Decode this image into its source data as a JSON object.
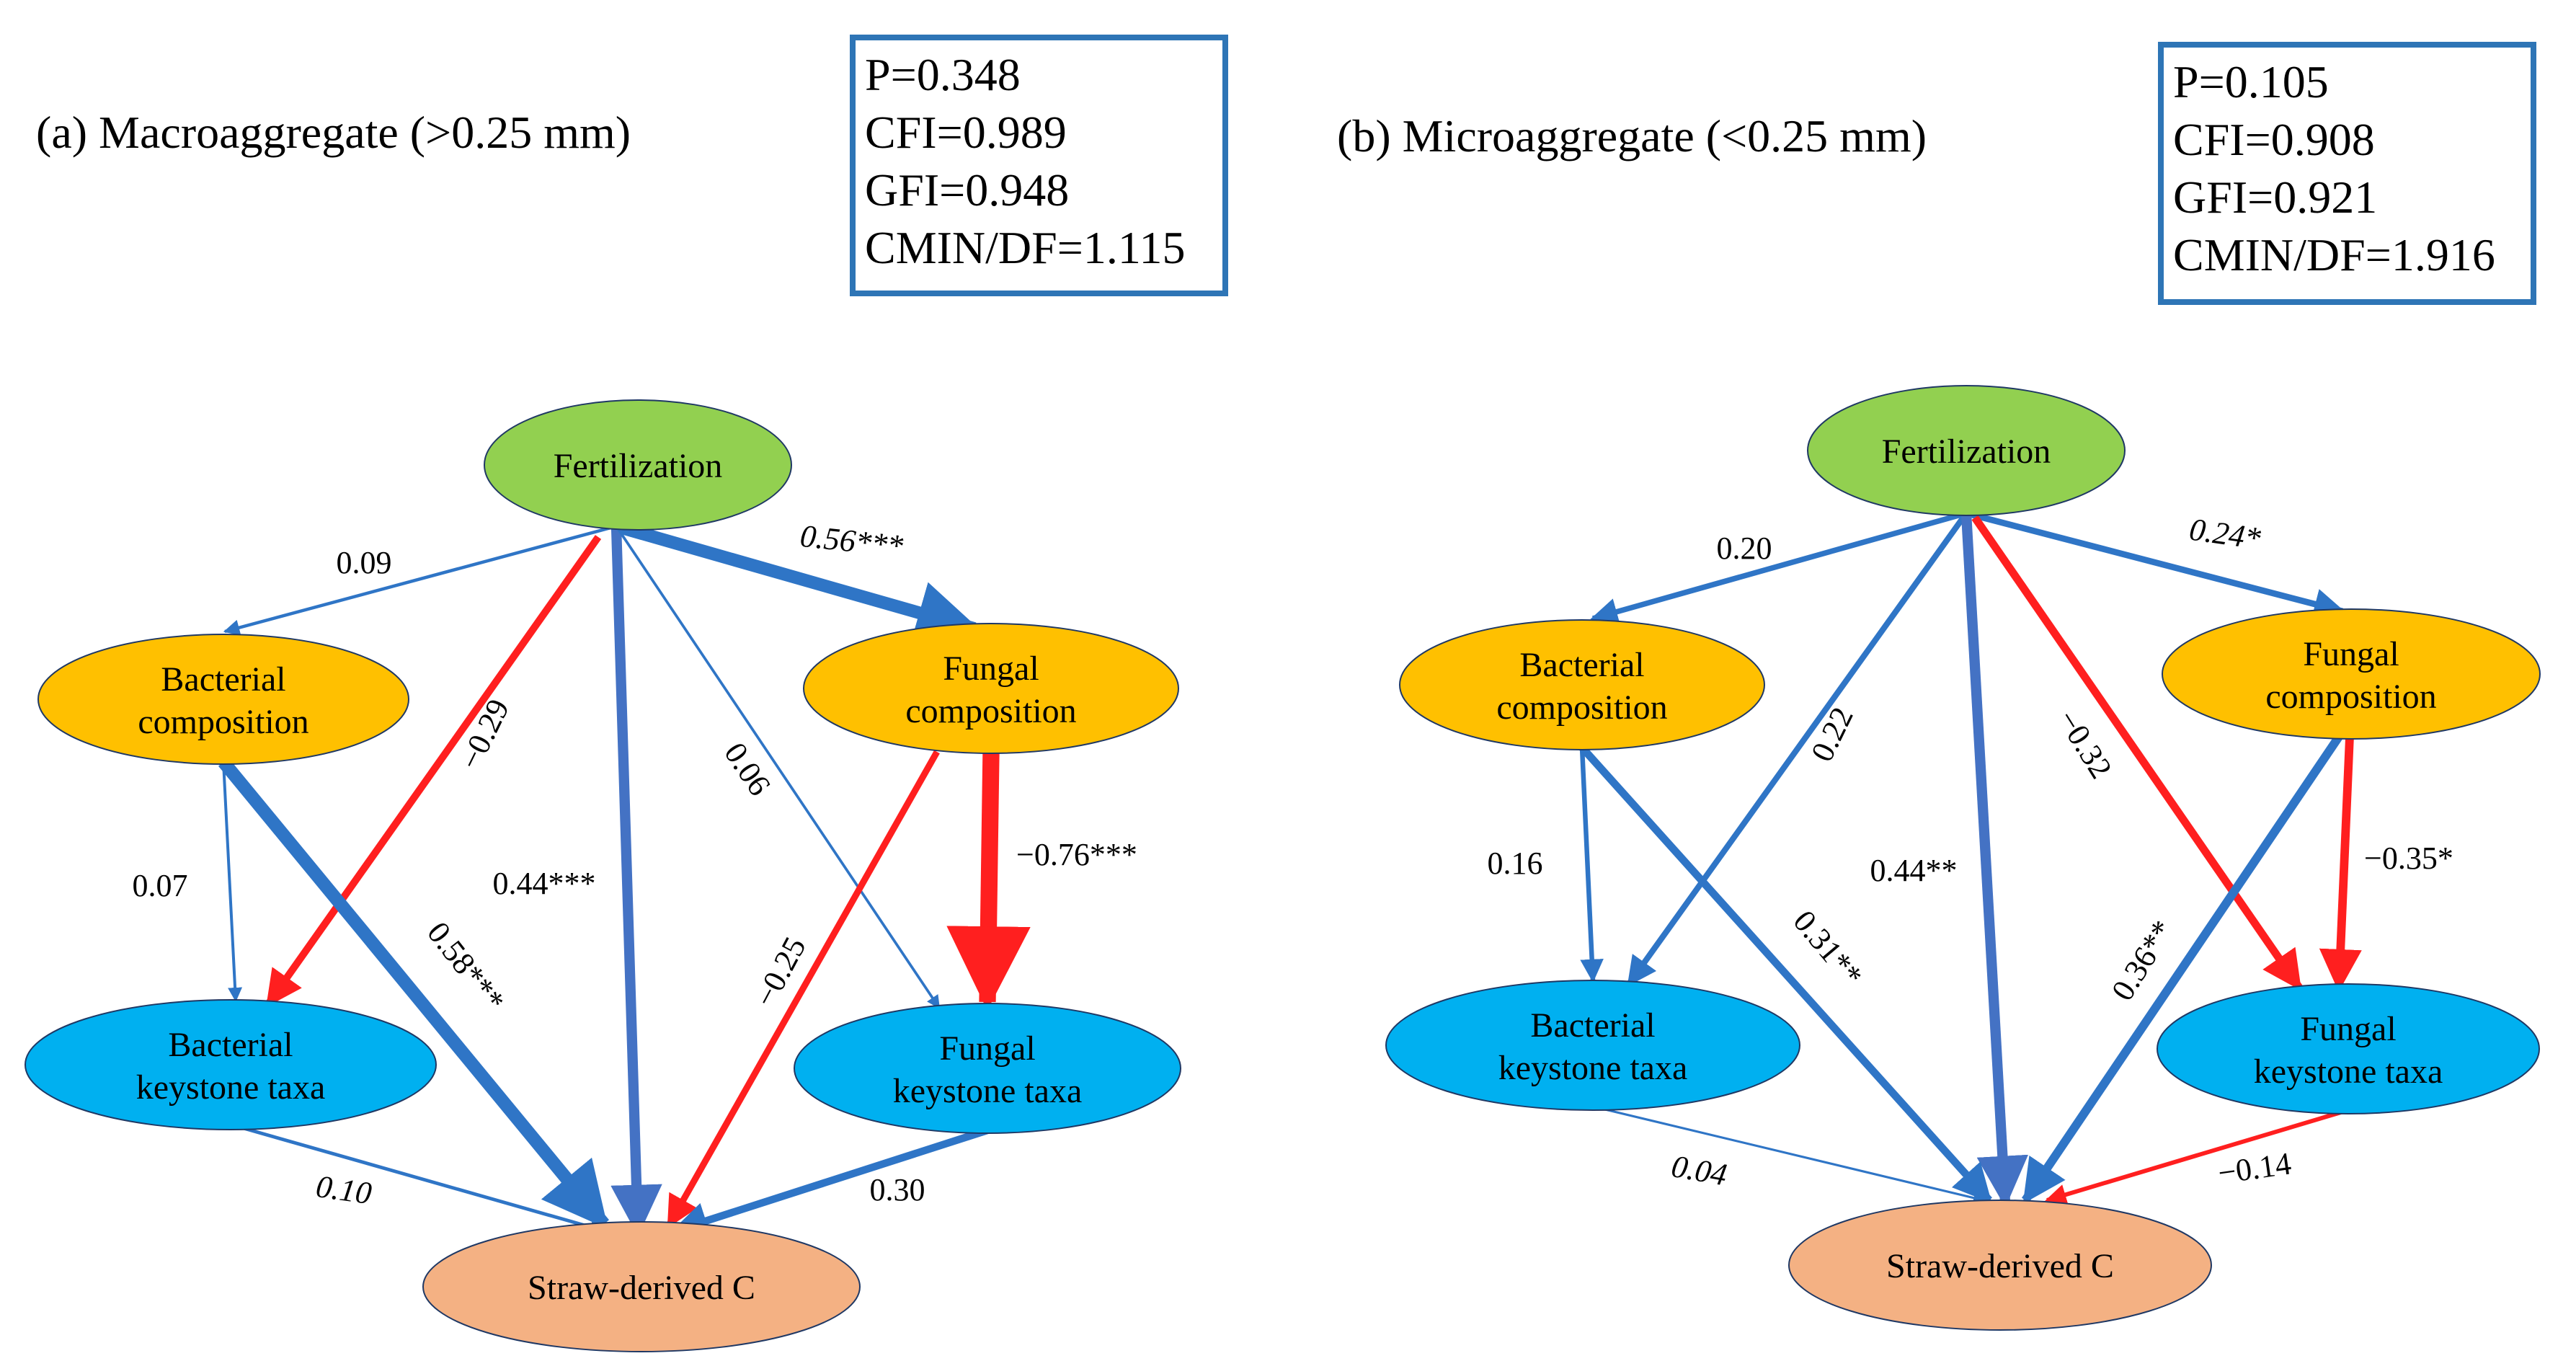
{
  "colors": {
    "blue": "#2F75C6",
    "blue_steel": "#4472C4",
    "red": "#FF1F1F",
    "box_border": "#2E75B6",
    "node_green": "#92D050",
    "node_orange": "#FFC000",
    "node_cyan": "#00B0F0",
    "node_salmon": "#F4B183",
    "outline": "#1F3864"
  },
  "panels": [
    {
      "title": "(a) Macroaggregate (>0.25 mm)",
      "fit": [
        "P=0.348",
        "CFI=0.989",
        "GFI=0.948",
        "CMIN/DF=1.115"
      ],
      "nodes": {
        "fert": {
          "label": [
            "Fertilization"
          ],
          "color": "node_green"
        },
        "bc": {
          "label": [
            "Bacterial",
            "composition"
          ],
          "color": "node_orange"
        },
        "fc": {
          "label": [
            "Fungal",
            "composition"
          ],
          "color": "node_orange"
        },
        "bk": {
          "label": [
            "Bacterial",
            "keystone taxa"
          ],
          "color": "node_cyan"
        },
        "fk": {
          "label": [
            "Fungal",
            "keystone taxa"
          ],
          "color": "node_cyan"
        },
        "sc": {
          "label": [
            "Straw-derived C"
          ],
          "color": "node_salmon"
        }
      },
      "paths": [
        {
          "from": "fert",
          "to": "bc",
          "coef": "0.09",
          "color": "blue",
          "weight": 0.09
        },
        {
          "from": "fert",
          "to": "fc",
          "coef": "0.56***",
          "color": "blue",
          "weight": 0.56
        },
        {
          "from": "fert",
          "to": "bk",
          "coef": "−0.29",
          "color": "red",
          "weight": 0.29
        },
        {
          "from": "fert",
          "to": "sc",
          "coef": "0.44***",
          "color": "blue_steel",
          "weight": 0.44
        },
        {
          "from": "fert",
          "to": "fk",
          "coef": "0.06",
          "color": "blue",
          "weight": 0.06
        },
        {
          "from": "bc",
          "to": "bk",
          "coef": "0.07",
          "color": "blue",
          "weight": 0.07
        },
        {
          "from": "bc",
          "to": "sc",
          "coef": "0.58***",
          "color": "blue",
          "weight": 0.58
        },
        {
          "from": "fc",
          "to": "sc",
          "coef": "−0.25",
          "color": "red",
          "weight": 0.25
        },
        {
          "from": "fc",
          "to": "fk",
          "coef": "−0.76***",
          "color": "red",
          "weight": 0.76
        },
        {
          "from": "bk",
          "to": "sc",
          "coef": "0.10",
          "color": "blue",
          "weight": 0.1
        },
        {
          "from": "fk",
          "to": "sc",
          "coef": "0.30",
          "color": "blue",
          "weight": 0.3
        }
      ]
    },
    {
      "title": "(b) Microaggregate (<0.25 mm)",
      "fit": [
        "P=0.105",
        "CFI=0.908",
        "GFI=0.921",
        "CMIN/DF=1.916"
      ],
      "nodes": {
        "fert": {
          "label": [
            "Fertilization"
          ],
          "color": "node_green"
        },
        "bc": {
          "label": [
            "Bacterial",
            "composition"
          ],
          "color": "node_orange"
        },
        "fc": {
          "label": [
            "Fungal",
            "composition"
          ],
          "color": "node_orange"
        },
        "bk": {
          "label": [
            "Bacterial",
            "keystone taxa"
          ],
          "color": "node_cyan"
        },
        "fk": {
          "label": [
            "Fungal",
            "keystone taxa"
          ],
          "color": "node_cyan"
        },
        "sc": {
          "label": [
            "Straw-derived C"
          ],
          "color": "node_salmon"
        }
      },
      "paths": [
        {
          "from": "fert",
          "to": "bc",
          "coef": "0.20",
          "color": "blue",
          "weight": 0.2
        },
        {
          "from": "fert",
          "to": "fc",
          "coef": "0.24*",
          "color": "blue",
          "weight": 0.24
        },
        {
          "from": "fert",
          "to": "bk",
          "coef": "0.22",
          "color": "blue",
          "weight": 0.22
        },
        {
          "from": "fert",
          "to": "sc",
          "coef": "0.44**",
          "color": "blue_steel",
          "weight": 0.44
        },
        {
          "from": "fert",
          "to": "fk",
          "coef": "−0.32",
          "color": "red",
          "weight": 0.32
        },
        {
          "from": "bc",
          "to": "bk",
          "coef": "0.16",
          "color": "blue",
          "weight": 0.16
        },
        {
          "from": "bc",
          "to": "sc",
          "coef": "0.31**",
          "color": "blue",
          "weight": 0.31
        },
        {
          "from": "fc",
          "to": "sc",
          "coef": "0.36**",
          "color": "blue",
          "weight": 0.36
        },
        {
          "from": "fc",
          "to": "fk",
          "coef": "−0.35*",
          "color": "red",
          "weight": 0.35
        },
        {
          "from": "bk",
          "to": "sc",
          "coef": "0.04",
          "color": "blue",
          "weight": 0.04
        },
        {
          "from": "fk",
          "to": "sc",
          "coef": "−0.14",
          "color": "red",
          "weight": 0.14
        }
      ]
    }
  ]
}
